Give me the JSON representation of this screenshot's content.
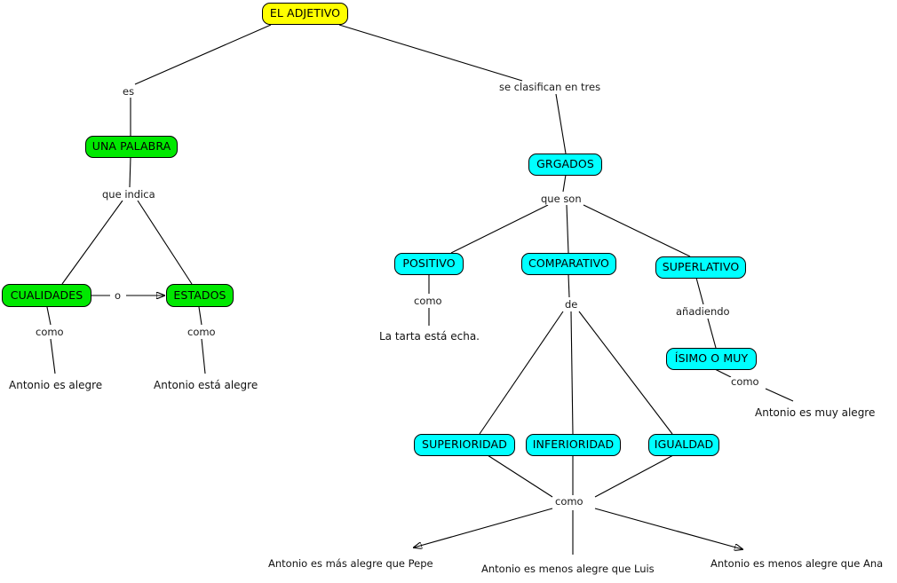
{
  "map": {
    "title": "EL ADJETIVO",
    "colors": {
      "root": "#ffff00",
      "branch_left": "#00e800",
      "branch_right": "#00ffff",
      "line": "#000000",
      "background": "#ffffff"
    }
  },
  "nodes": {
    "root": "EL ADJETIVO",
    "una_palabra": "UNA PALABRA",
    "cualidades": "CUALIDADES",
    "estados": "ESTADOS",
    "grados": "GRGADOS",
    "positivo": "POSITIVO",
    "comparativo": "COMPARATIVO",
    "superlativo": "SUPERLATIVO",
    "isimo_o_muy": "ÍSIMO O MUY",
    "superioridad": "SUPERIORIDAD",
    "inferioridad": "INFERIORIDAD",
    "igualdad": "IGUALDAD"
  },
  "link_labels": {
    "es": "es",
    "se_clasifican_en_tres": "se clasifican en tres",
    "que_indica": "que indica",
    "o": "o",
    "como_cualidades": "como",
    "como_estados": "como",
    "que_son": "que son",
    "como_positivo": "como",
    "de": "de",
    "anadiendo": "añadiendo",
    "como_isimo": "como",
    "como_comparaciones": "como"
  },
  "examples": {
    "antonio_es_alegre": "Antonio es alegre",
    "antonio_esta_alegre": "Antonio está alegre",
    "la_tarta_esta_echa": "La tarta está echa.",
    "antonio_es_muy_alegre": "Antonio es muy alegre",
    "antonio_mas_alegre_pepe": "Antonio es más alegre que Pepe",
    "antonio_menos_alegre_luis": "Antonio es menos alegre que Luis",
    "antonio_menos_alegre_ana": "Antonio es menos alegre que Ana"
  }
}
